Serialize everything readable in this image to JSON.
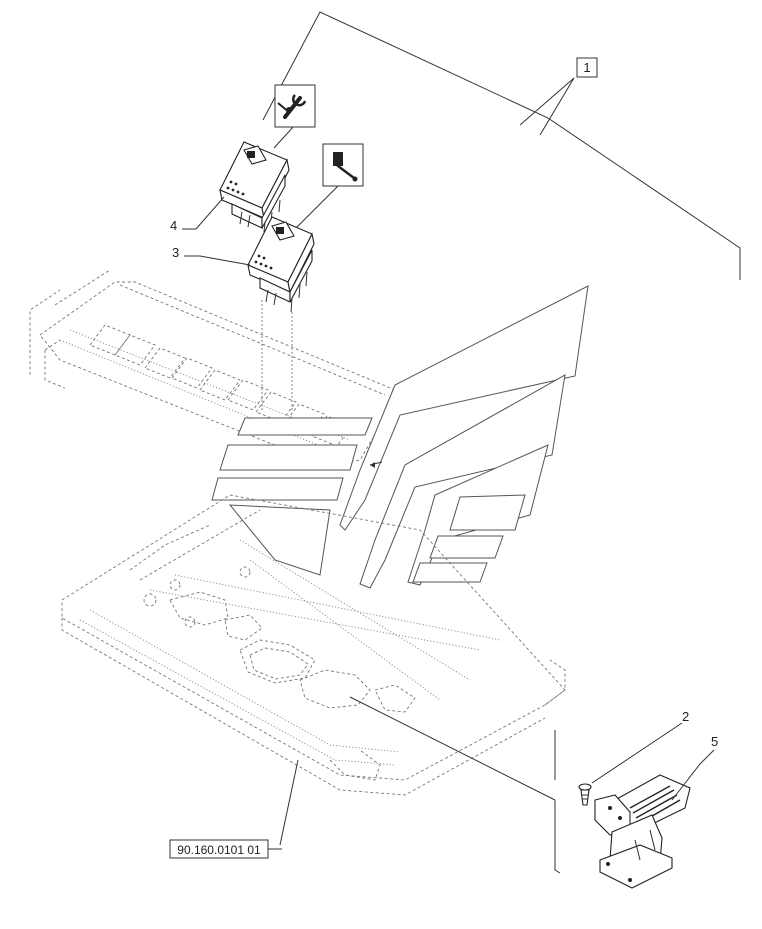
{
  "callouts": {
    "c1": "1",
    "c2": "2",
    "c3": "3",
    "c4": "4",
    "c5": "5"
  },
  "reference": "90.160.0101 01",
  "icons": {
    "switch_upper": "wrench-tool-icon",
    "switch_lower": "brush-sweeper-icon"
  }
}
